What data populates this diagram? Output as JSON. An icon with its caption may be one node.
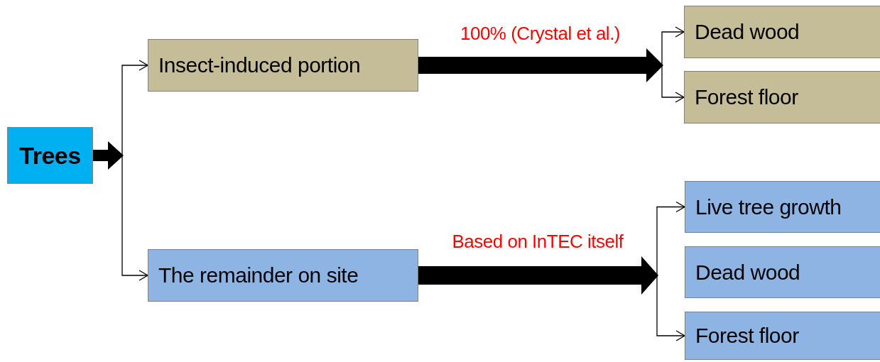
{
  "diagram": {
    "nodes": [
      {
        "text": [
          "Trees"
        ]
      },
      {
        "text": [
          "Insect-induced portion"
        ]
      },
      {
        "text": [
          "Dead wood"
        ]
      },
      {
        "text": [
          "Forest floor"
        ]
      },
      {
        "text": [
          "The remainder on site"
        ]
      },
      {
        "text": [
          "Live tree growth"
        ]
      },
      {
        "text": [
          "Dead wood"
        ]
      },
      {
        "text": [
          "Forest floor"
        ]
      }
    ],
    "edges": [
      {
        "from": 0,
        "to": 1,
        "arrow": "to"
      },
      {
        "from": 0,
        "to": 4,
        "arrow": "to"
      },
      {
        "from": 1,
        "to": 2,
        "arrow": "to",
        "label": "100% (Crystal et al.)"
      },
      {
        "from": 1,
        "to": 3,
        "arrow": "to"
      },
      {
        "from": 4,
        "to": 5,
        "arrow": "to",
        "label": "Based on InTEC itself"
      },
      {
        "from": 4,
        "to": 7,
        "arrow": "to"
      }
    ]
  }
}
